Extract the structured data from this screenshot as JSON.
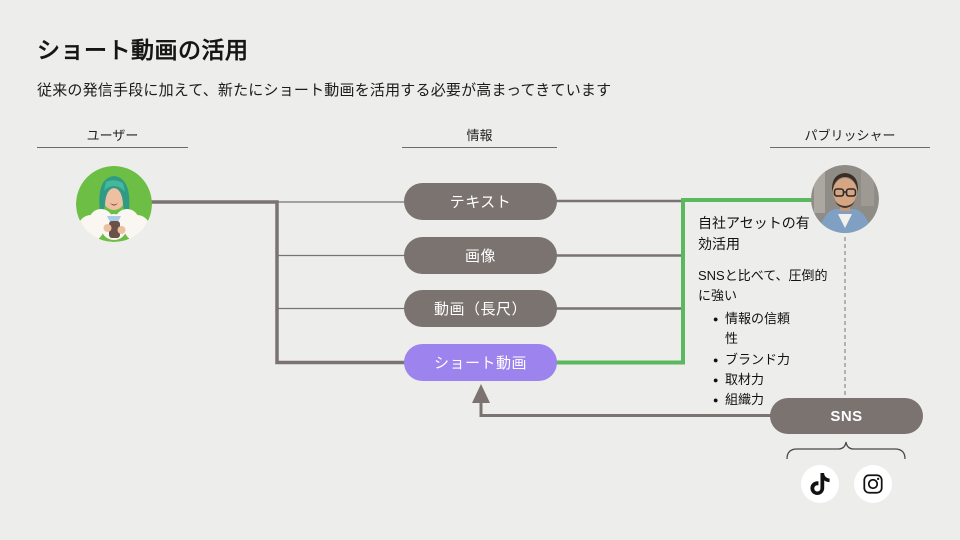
{
  "slide": {
    "title": "ショート動画の活用",
    "subtitle": "従来の発信手段に加えて、新たにショート動画を活用する必要が高まってきています"
  },
  "columns": {
    "user": "ユーザー",
    "info": "情報",
    "publisher": "パブリッシャー"
  },
  "info_items": [
    {
      "label": "テキスト",
      "style": "default"
    },
    {
      "label": "画像",
      "style": "default"
    },
    {
      "label": "動画（長尺）",
      "style": "default"
    },
    {
      "label": "ショート動画",
      "style": "highlight"
    }
  ],
  "sns": {
    "label": "SNS",
    "icons": [
      "tiktok-icon",
      "instagram-icon"
    ]
  },
  "publisher_notes": {
    "heading": "自社アセットの有効活用",
    "subheading": "SNSと比べて、圧倒的に強い",
    "bullets": [
      "情報の信頼性",
      "ブランド力",
      "取材力",
      "組織力"
    ]
  },
  "colors": {
    "background": "#EDEDEB",
    "pill_gray": "#7A736F",
    "accent_purple": "#9C83EE",
    "accent_green": "#5CB85F",
    "line_gray": "#7A736F",
    "text": "#1C1C1C"
  }
}
